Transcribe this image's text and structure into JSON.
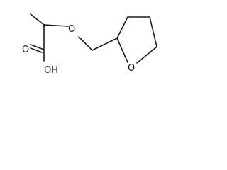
{
  "molecule": {
    "atoms": {
      "ether_oxygen": "O",
      "ring_oxygen": "O",
      "carbonyl_oxygen": "O",
      "hydroxyl": "OH"
    }
  }
}
